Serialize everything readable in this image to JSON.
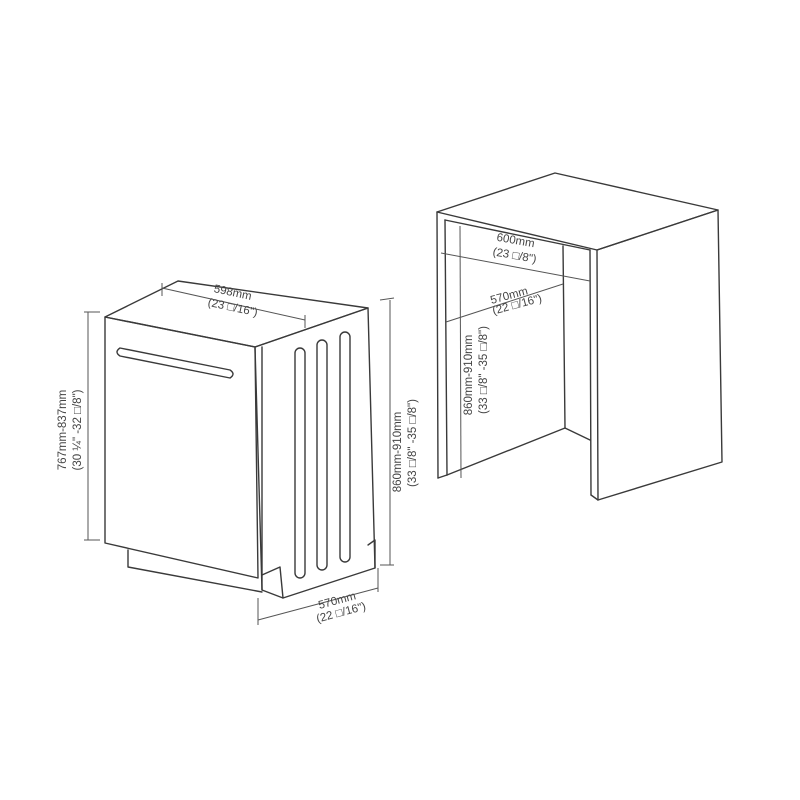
{
  "dishwasher": {
    "width_label": "598mm",
    "width_inch_label": "(23 □/16\")",
    "door_height_label": "767mm-837mm",
    "door_height_inch_label": "(30 ¼\" -32 □/8\")",
    "height_label": "860mm-910mm",
    "height_inch_label": "(33 □/8\" -35 □/8\")",
    "depth_label": "570mm",
    "depth_inch_label": "(22 □/16\")"
  },
  "cabinet": {
    "width_label": "600mm",
    "width_inch_label": "(23 □/8\")",
    "depth_label": "570mm",
    "depth_inch_label": "(22 □/16\")",
    "height_label": "860mm-910mm",
    "height_inch_label": "(33 □/8\" -35 □/8\")"
  }
}
